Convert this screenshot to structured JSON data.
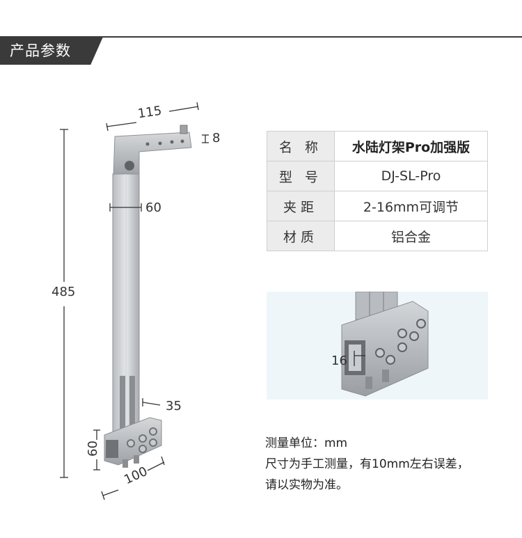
{
  "section": {
    "title": "产品参数"
  },
  "dimensions": {
    "top_width": "115",
    "top_thickness": "8",
    "arm_width": "60",
    "total_height": "485",
    "slot_width": "35",
    "clamp_height": "60",
    "clamp_width": "100",
    "clamp_gap": "16"
  },
  "specs": [
    {
      "key": "名 称",
      "value": "水陆灯架Pro加强版"
    },
    {
      "key": "型 号",
      "value": "DJ-SL-Pro"
    },
    {
      "key": "夹距",
      "value": "2-16mm可调节"
    },
    {
      "key": "材质",
      "value": "铝合金"
    }
  ],
  "notes": {
    "line1": "测量单位：mm",
    "line2": "尺寸为手工测量，有10mm左右误差，",
    "line3": "请以实物为准。"
  }
}
